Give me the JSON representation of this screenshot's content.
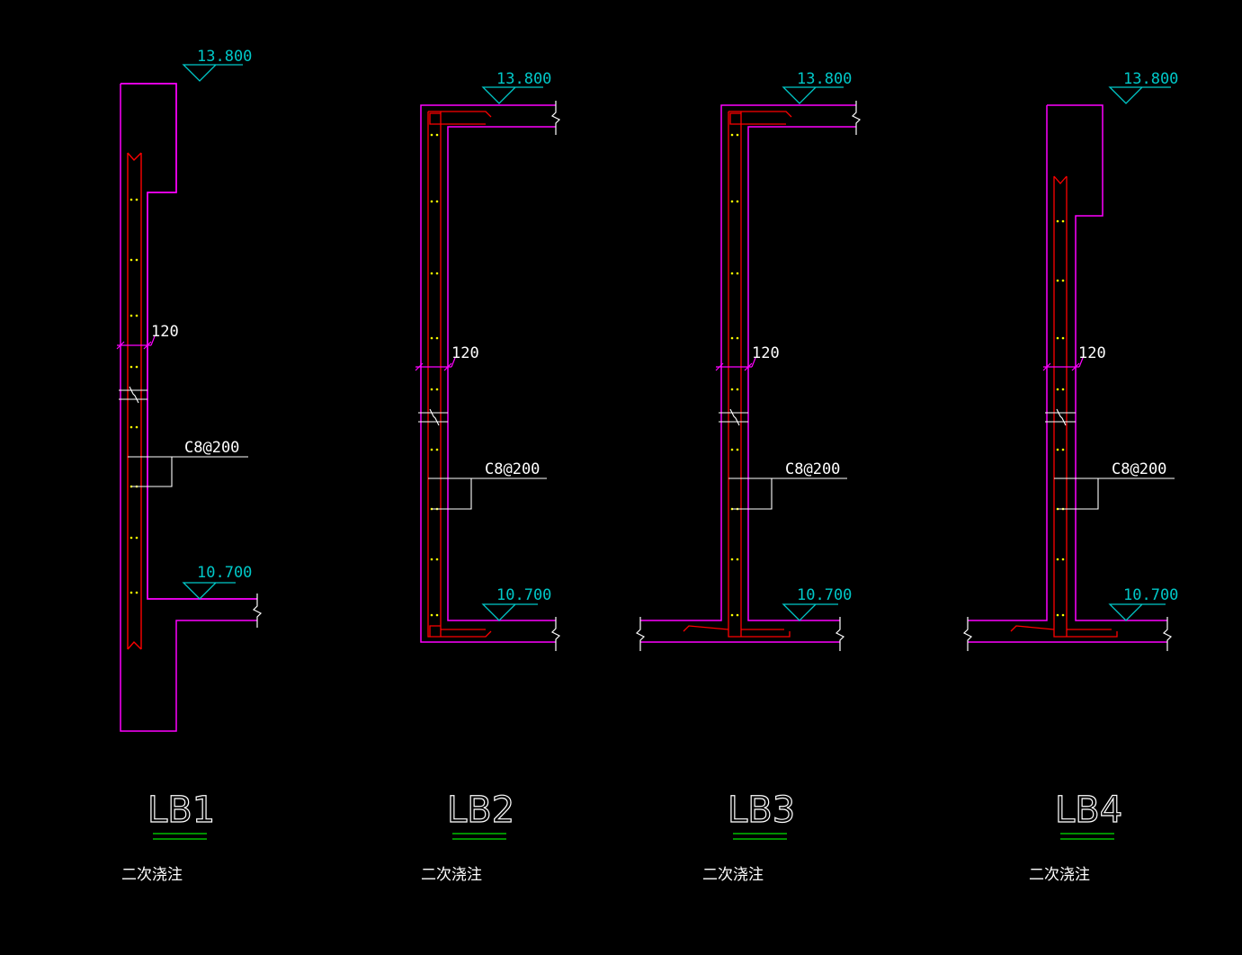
{
  "colors": {
    "background": "#000000",
    "concrete_outline": "#ff00ff",
    "rebar": "#ff0000",
    "rebar_dots": "#ffff00",
    "elevation": "#00c8c8",
    "text": "#ffffff",
    "title_underline": "#00c000"
  },
  "sections": [
    {
      "title": "LB1",
      "note": "二次浇注",
      "top_elevation": "13.800",
      "bottom_elevation": "10.700",
      "thickness": "120",
      "rebar": "C8@200"
    },
    {
      "title": "LB2",
      "note": "二次浇注",
      "top_elevation": "13.800",
      "bottom_elevation": "10.700",
      "thickness": "120",
      "rebar": "C8@200"
    },
    {
      "title": "LB3",
      "note": "二次浇注",
      "top_elevation": "13.800",
      "bottom_elevation": "10.700",
      "thickness": "120",
      "rebar": "C8@200"
    },
    {
      "title": "LB4",
      "note": "二次浇注",
      "top_elevation": "13.800",
      "bottom_elevation": "10.700",
      "thickness": "120",
      "rebar": "C8@200"
    }
  ]
}
